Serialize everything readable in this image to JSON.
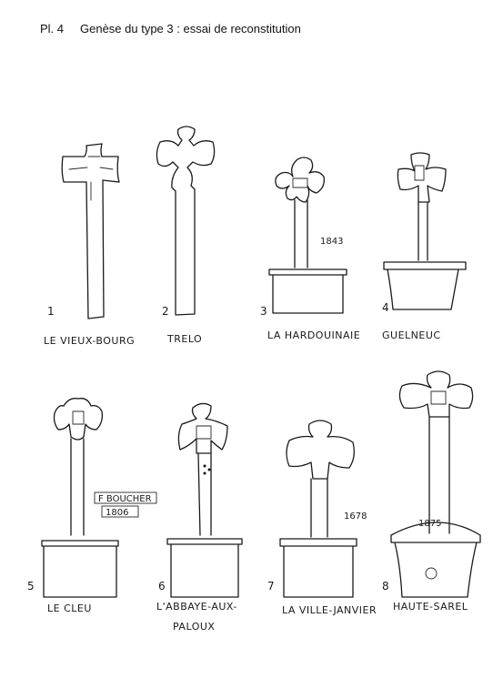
{
  "header": {
    "plate_number": "Pl. 4",
    "title": "Genèse du type 3 : essai de reconstitution"
  },
  "crosses": [
    {
      "number": "1",
      "label": "LE VIEUX-BOURG"
    },
    {
      "number": "2",
      "label": "TRELO"
    },
    {
      "number": "3",
      "label": "LA HARDOUINAIE",
      "date": "1843"
    },
    {
      "number": "4",
      "label": "GUELNEUC"
    },
    {
      "number": "5",
      "label": "LE CLEU",
      "inscription": [
        "F BOUCHER",
        "1806"
      ]
    },
    {
      "number": "6",
      "label_lines": [
        "L'ABBAYE-AUX-",
        "PALOUX"
      ]
    },
    {
      "number": "7",
      "label": "LA VILLE-JANVIER",
      "date": "1678"
    },
    {
      "number": "8",
      "label": "HAUTE-SAREL",
      "date": "1875"
    }
  ]
}
